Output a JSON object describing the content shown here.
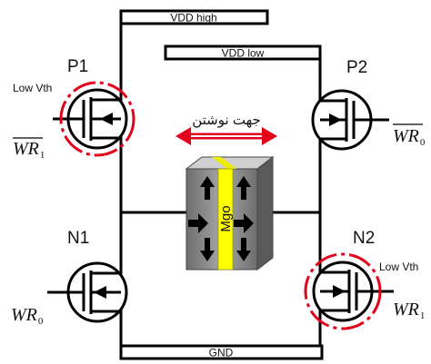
{
  "rails": {
    "vdd_high": "VDD high",
    "vdd_low": "VDD low",
    "gnd": "GND"
  },
  "transistors": {
    "p1": {
      "name": "P1",
      "note": "Low Vth",
      "signal": "WR",
      "signal_sub": "1",
      "signal_overline": true
    },
    "p2": {
      "name": "P2",
      "signal": "WR",
      "signal_sub": "0",
      "signal_overline": true
    },
    "n1": {
      "name": "N1",
      "signal": "WR",
      "signal_sub": "0",
      "signal_overline": false
    },
    "n2": {
      "name": "N2",
      "note": "Low Vth",
      "signal": "WR",
      "signal_sub": "1",
      "signal_overline": false
    }
  },
  "write_direction_label": "جهت نوشتن",
  "mtj": {
    "barrier_label": "Mgo"
  },
  "colors": {
    "highlight": "#e3001b",
    "barrier": "#ffff00",
    "device_gray": "#8a8a8a"
  }
}
